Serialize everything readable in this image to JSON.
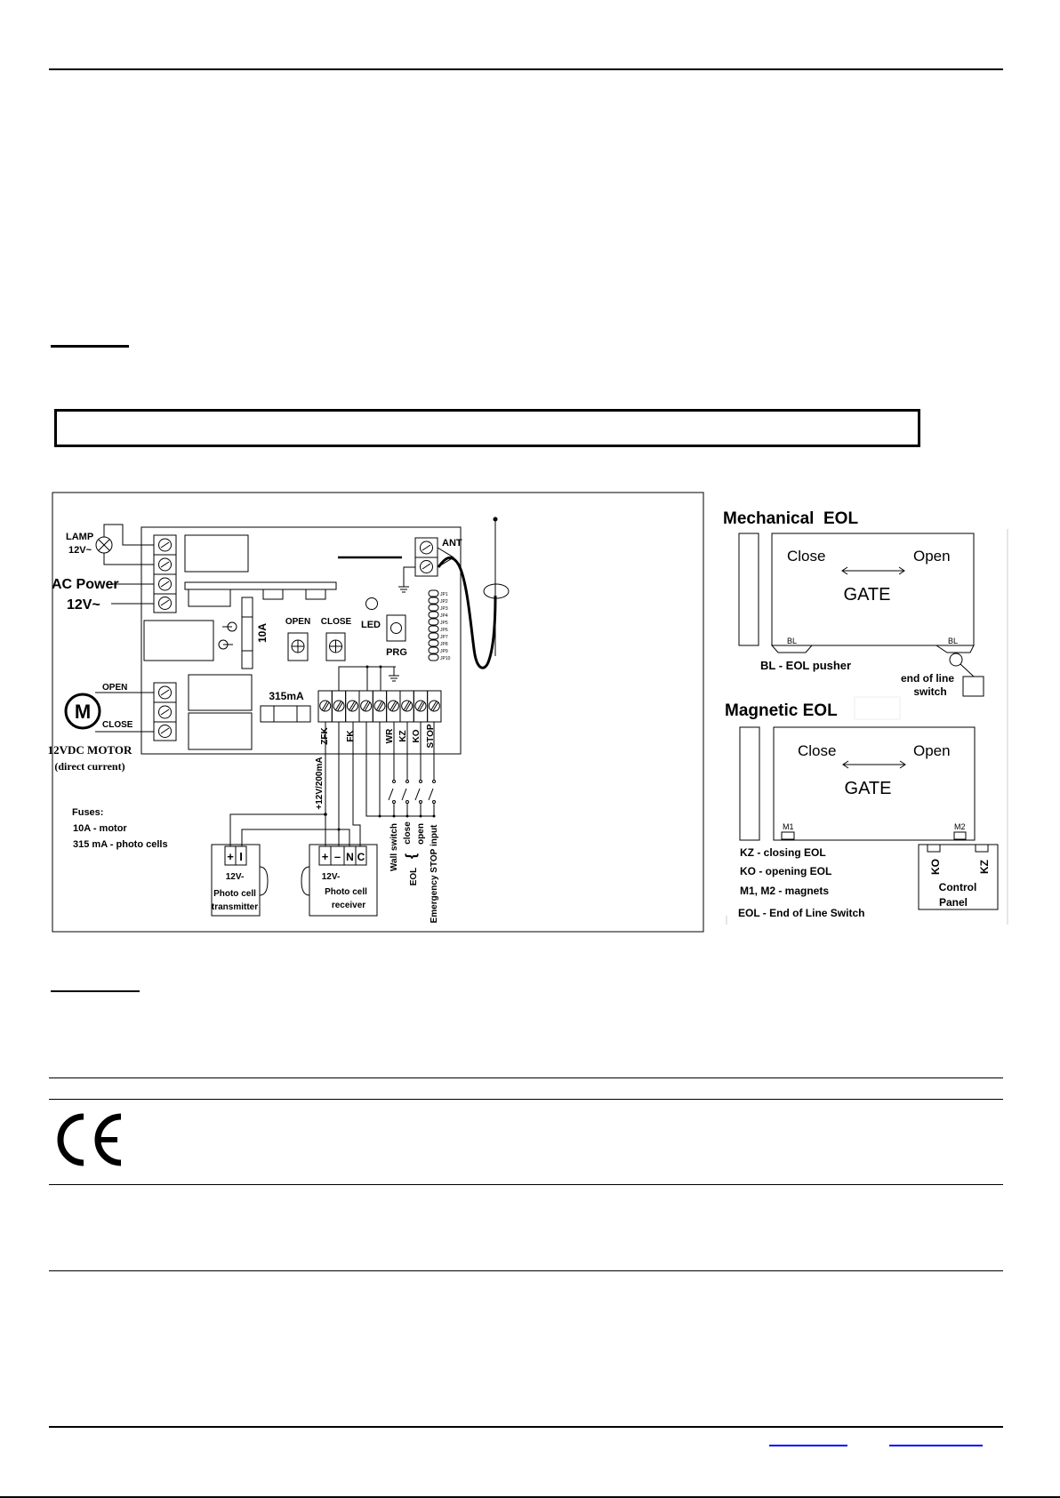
{
  "wiring_diagram": {
    "lamp_label": "LAMP",
    "lamp_voltage": "12V~",
    "ac_power_label": "AC Power",
    "ac_power_voltage": "12V~",
    "fuse_10a": "10A",
    "open_pot": "OPEN",
    "close_pot": "CLOSE",
    "led": "LED",
    "prg": "PRG",
    "ant": "ANT",
    "jumpers": [
      "JP1",
      "JP2",
      "JP3",
      "JP4",
      "JP5",
      "JP6",
      "JP7",
      "JP8",
      "JP9",
      "JP10"
    ],
    "motor_letter": "M",
    "motor_open": "OPEN",
    "motor_close": "CLOSE",
    "motor_title": "12VDC MOTOR",
    "motor_sub": "(direct current)",
    "fuse_315": "315mA",
    "terminals": [
      "ZFK",
      "FK",
      "WR",
      "KZ",
      "KO",
      "STOP"
    ],
    "supply": "+12V/200mA",
    "fuses_title": "Fuses:",
    "fuses_motor": "10A - motor",
    "fuses_cells": "315 mA - photo cells",
    "tx_cells": [
      "+",
      "I"
    ],
    "tx_voltage": "12V-",
    "tx_line1": "Photo cell",
    "tx_line2": "transmitter",
    "rx_cells": [
      "+",
      "–",
      "N",
      "C"
    ],
    "rx_voltage": "12V-",
    "rx_line1": "Photo cell",
    "rx_line2": "receiver",
    "wall_switch": "Wall switch",
    "eol": "EOL",
    "eol_close": "close",
    "eol_open": "open",
    "emergency": "Emergency STOP input"
  },
  "eol_diagram": {
    "mech_title": "Mechanical  EOL",
    "close": "Close",
    "open": "Open",
    "gate": "GATE",
    "bl": "BL",
    "bl_legend": "BL - EOL pusher",
    "eol_switch_1": "end of line",
    "eol_switch_2": "switch",
    "mag_title": "Magnetic EOL",
    "m1": "M1",
    "m2": "M2",
    "legend_kz": "KZ - closing EOL",
    "legend_ko": "KO - opening EOL",
    "legend_m": "M1, M2 - magnets",
    "legend_eol": "EOL - End of Line Switch",
    "panel_ko": "KO",
    "panel_kz": "KZ",
    "panel_1": "Control",
    "panel_2": "Panel"
  },
  "colors": {
    "link_underline": "#0000ff"
  }
}
